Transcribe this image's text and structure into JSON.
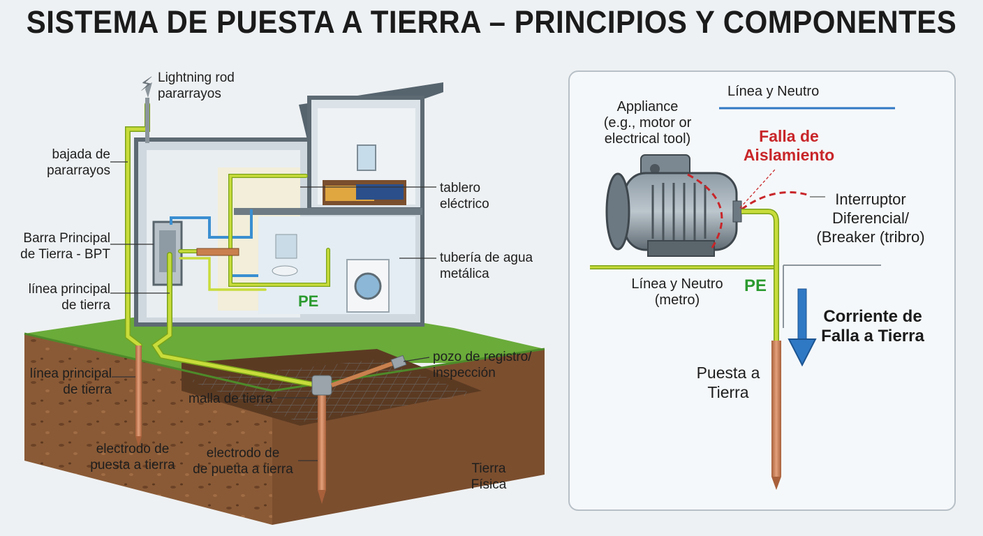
{
  "title": "SISTEMA DE PUESTA A TIERRA – PRINCIPIOS Y COMPONENTES",
  "colors": {
    "ground_wire": "#c8dc3a",
    "ground_wire_edge": "#7aa21a",
    "copper": "#c9804e",
    "water_pipe": "#3b8fd1",
    "fault": "#c8262a",
    "arrow": "#2f78c4",
    "grass": "#6aab3a",
    "soil": "#8a5a36"
  },
  "left_diagram": {
    "lightning_rod": [
      "Lightning rod",
      "pararrayos"
    ],
    "bajada": [
      "bajada de",
      "pararrayos"
    ],
    "bpt": [
      "Barra Principal",
      "de Tierra - BPT"
    ],
    "linea_principal_1": [
      "línea principal",
      "de tierra"
    ],
    "linea_principal_2": [
      "línea principal",
      "de tierra"
    ],
    "electrodo_1": [
      "electrodo de",
      "puesta a tierra"
    ],
    "electrodo_2": [
      "electrodo de",
      "de puetta a tierra"
    ],
    "malla": "malla de tierra",
    "pozo": [
      "pozo de registro/",
      "inspección"
    ],
    "tablero": [
      "tablero",
      "eléctrico"
    ],
    "tuberia": [
      "tubería de agua",
      "metálica"
    ],
    "pe": "PE",
    "tierra_fisica": [
      "Tierra",
      "Física"
    ]
  },
  "right_diagram": {
    "top_line_label": "Línea y Neutro",
    "appliance": [
      "Appliance",
      "(e.g., motor or",
      "electrical tool)"
    ],
    "falla": [
      "Falla de",
      "Aislamiento"
    ],
    "interruptor": [
      "Interruptor",
      "Diferencial/",
      "(Breaker (tribro)"
    ],
    "linea_neutro": [
      "Línea y Neutro",
      "(metro)"
    ],
    "pe": "PE",
    "corriente": [
      "Corriente de",
      "Falla a Tierra"
    ],
    "puesta": [
      "Puesta a",
      "Tierra"
    ]
  }
}
